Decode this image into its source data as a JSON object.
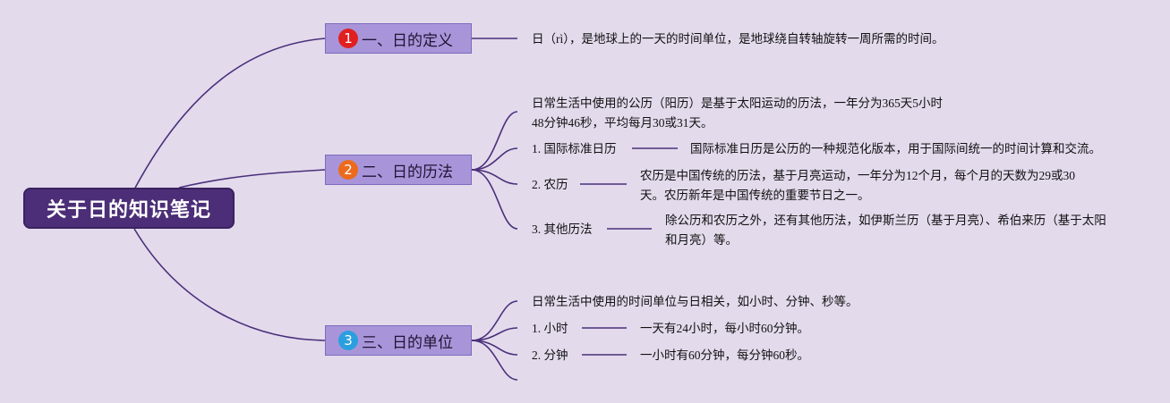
{
  "root": {
    "title": "关于日的知识笔记"
  },
  "branches": [
    {
      "number": "1",
      "title": "一、日的定义",
      "badge_color": "#e02020",
      "intro": "日（rì），是地球上的一天的时间单位，是地球绕自转轴旋转一周所需的时间。"
    },
    {
      "number": "2",
      "title": "二、日的历法",
      "badge_color": "#ec6a1c",
      "intro": "日常生活中使用的公历（阳历）是基于太阳运动的历法，一年分为365天5小时48分钟46秒，平均每月30或31天。",
      "items": [
        {
          "label": "1. 国际标准日历",
          "detail": "国际标准日历是公历的一种规范化版本，用于国际间统一的时间计算和交流。"
        },
        {
          "label": "2. 农历",
          "detail": "农历是中国传统的历法，基于月亮运动，一年分为12个月，每个月的天数为29或30天。农历新年是中国传统的重要节日之一。"
        },
        {
          "label": "3. 其他历法",
          "detail": "除公历和农历之外，还有其他历法，如伊斯兰历（基于月亮）、希伯来历（基于太阳和月亮）等。"
        }
      ]
    },
    {
      "number": "3",
      "title": "三、日的单位",
      "badge_color": "#2a9fe0",
      "intro": "日常生活中使用的时间单位与日相关，如小时、分钟、秒等。",
      "items": [
        {
          "label": "1. 小时",
          "detail": "一天有24小时，每小时60分钟。"
        },
        {
          "label": "2. 分钟",
          "detail": "一小时有60分钟，每分钟60秒。"
        }
      ]
    }
  ],
  "colors": {
    "line": "#4a2f7a",
    "background": "#e3daec"
  }
}
